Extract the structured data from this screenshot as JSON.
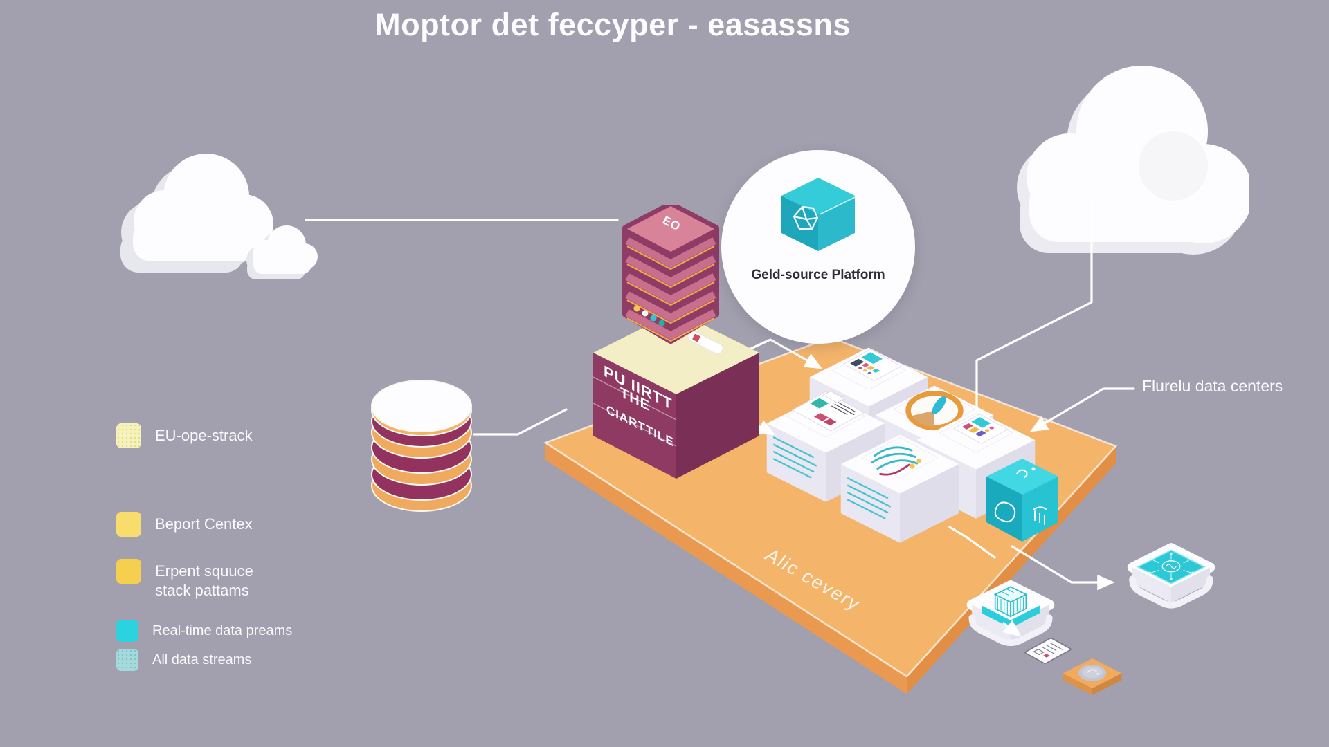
{
  "title": "Moptor det feccyper - easassns",
  "legend": {
    "items": [
      {
        "label": "EU-ope-strack",
        "color": "#f6f2bb",
        "dotted": true
      },
      {
        "label": "Beport Centex",
        "color": "#f8dc6c",
        "dotted": false
      },
      {
        "label": "Erpent squuce",
        "label2": "stack pattams",
        "color": "#f5cf4e",
        "dotted": false
      },
      {
        "label": "Real-time data preams",
        "color": "#2bd3de",
        "dotted": false
      },
      {
        "label": "All data streams",
        "color": "#a5dadd",
        "dotted": true
      }
    ]
  },
  "gold_source": {
    "label": "Geld-source Platform"
  },
  "server": {
    "top_label": "EO"
  },
  "storage_cube": {
    "line1": "PU IIRTT",
    "line2": "THE",
    "line3": "CIARTTILE"
  },
  "platform": {
    "label": "Alic cevery"
  },
  "annotations": {
    "data_centers": "Flurelu data centers"
  },
  "colors": {
    "background": "#a2a0ae",
    "platform_top": "#f4b46a",
    "platform_side": "#ea9a50",
    "maroon": "#8e3b66",
    "server_top_pink": "#d98399",
    "server_band_pink": "#c76f8c",
    "accent_orange_line": "#f0a848",
    "cyan": "#2fc9d8",
    "box_top": "#fdfdff",
    "box_side": "#e9e7f1",
    "white_line": "#ffffff"
  },
  "icons": [
    "cloud-icon",
    "database-icon",
    "server-rack-icon",
    "storage-cube-icon",
    "gold-source-box-icon",
    "gauge-icon",
    "dashboard-card-icon",
    "document-card-icon",
    "curve-chart-icon",
    "media-card-icon",
    "data-cube-icon",
    "package-tile-icon",
    "sheet-icon",
    "coin-tile-icon",
    "chip-tile-icon",
    "arrow-icon"
  ]
}
